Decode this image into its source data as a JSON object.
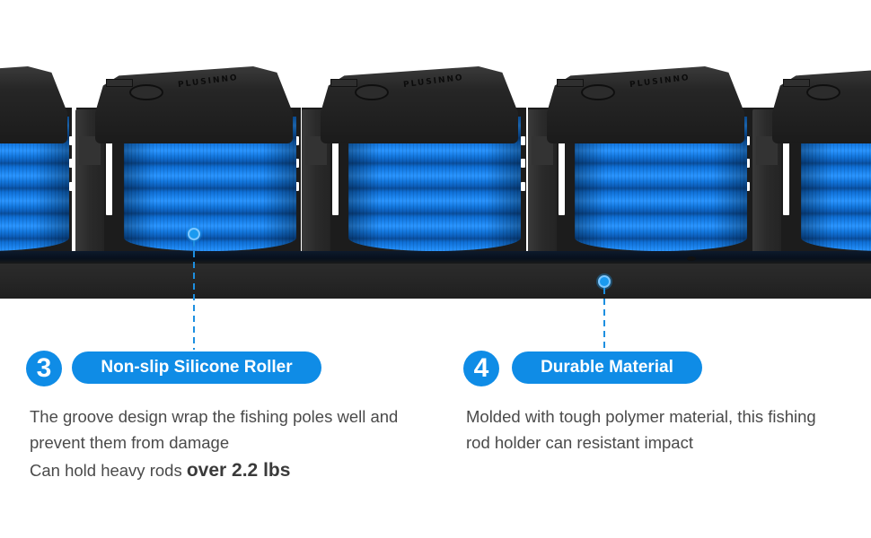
{
  "product": {
    "brand_text": "PLUSINNO",
    "description": "Fishing rod holder with black caps and blue grooved silicone rollers mounted on a black rail",
    "colors": {
      "roller_blue": "#1479e0",
      "cap_black": "#1b1b1b",
      "rail_black": "#262626",
      "accent_blue": "#0f8ce6"
    }
  },
  "features": [
    {
      "number": "3",
      "title": "Non-slip Silicone Roller",
      "lines": [
        "The groove design wrap the fishing poles well and",
        "prevent them from damage"
      ],
      "extra_prefix": "Can hold heavy rods ",
      "extra_bold": "over 2.2 lbs"
    },
    {
      "number": "4",
      "title": "Durable Material",
      "lines": [
        "Molded with tough polymer material, this fishing",
        "rod holder can resistant impact"
      ]
    }
  ]
}
